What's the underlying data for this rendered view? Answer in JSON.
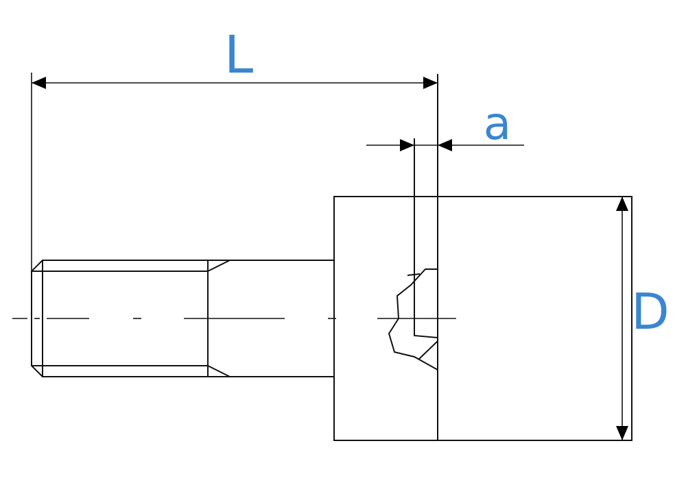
{
  "labels": {
    "length": "L",
    "offset": "a",
    "diameter": "D"
  },
  "colors": {
    "label": "#3a86d0",
    "line": "#111111"
  }
}
